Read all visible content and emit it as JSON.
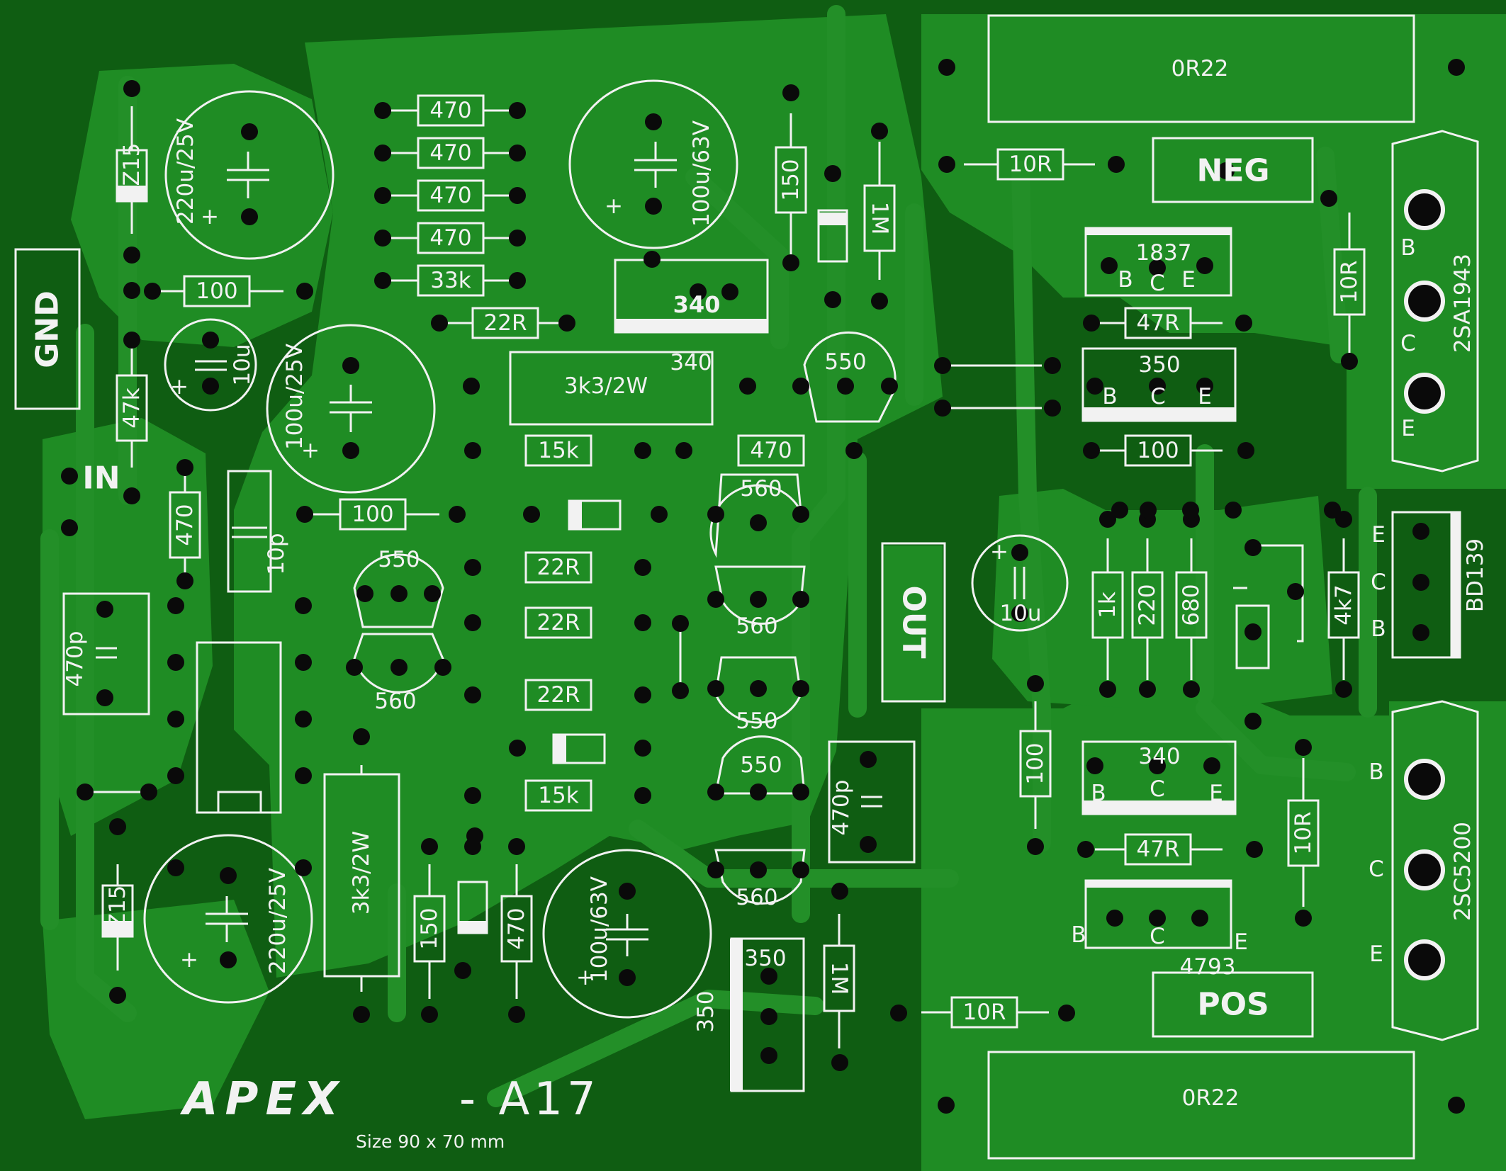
{
  "board": {
    "brand": "APEX",
    "model": "- A17",
    "size": "Size 90 x 70 mm",
    "colors": {
      "base": "#0f5d12",
      "copper": "#1f8c24",
      "silk": "#f2f2f2",
      "pad": "#0a0a0a"
    }
  },
  "connectors": {
    "gnd": "GND",
    "in": "IN",
    "out": "OUT",
    "neg": "NEG",
    "pos": "POS"
  },
  "resistors": {
    "r470_1": "470",
    "r470_2": "470",
    "r470_3": "470",
    "r470_4": "470",
    "r33k": "33k",
    "r22r_top": "22R",
    "r100_a": "100",
    "r47k": "47k",
    "r470_v": "470",
    "r100_b": "100",
    "r15k_a": "15k",
    "r470_mid": "470",
    "r22r_a": "22R",
    "r22r_b": "22R",
    "r22r_c": "22R",
    "r15k_b": "15k",
    "r150_top": "150",
    "r1m_top": "1M",
    "r3k3_h": "3k3/2W",
    "r3k3_v": "3k3/2W",
    "r150_bot": "150",
    "r470_bot": "470",
    "r1m_bot": "1M",
    "r10r_top": "10R",
    "r10r_bot": "10R",
    "r10r_v1": "10R",
    "r10r_v2": "10R",
    "r47r_a": "47R",
    "r47r_b": "47R",
    "r100_r": "100",
    "r100_v": "100",
    "r1k": "1k",
    "r220": "220",
    "r680": "680",
    "r4k7": "4k7",
    "r0r22_top": "0R22",
    "r0r22_bot": "0R22"
  },
  "capacitors": {
    "c220_a": "220u/25V",
    "c220_b": "220u/25V",
    "c100_63_a": "100u/63V",
    "c100_63_b": "100u/63V",
    "c100_25": "100u/25V",
    "c10u_a": "10u",
    "c10u_b": "10u",
    "c10p": "10p",
    "c470p_a": "470p",
    "c470p_b": "470p",
    "plus": "+"
  },
  "zeners": {
    "z_a": "Z15",
    "z_b": "Z15"
  },
  "transistors": {
    "t340_a": "340",
    "t340_b": "340",
    "t340_c": "340",
    "t550_a": "550",
    "t550_b": "550",
    "t550_c": "550",
    "t550_d": "550",
    "t560_a": "560",
    "t560_b": "560",
    "t560_c": "560",
    "t560_d": "560",
    "t350_a": "350",
    "t350_b": "350",
    "t350_c": "350",
    "t1837": "1837",
    "t4793": "4793",
    "t2sa1943": "2SA1943",
    "t2sc5200": "2SC5200",
    "tbd139": "BD139",
    "pin_b": "B",
    "pin_c": "C",
    "pin_e": "E"
  }
}
